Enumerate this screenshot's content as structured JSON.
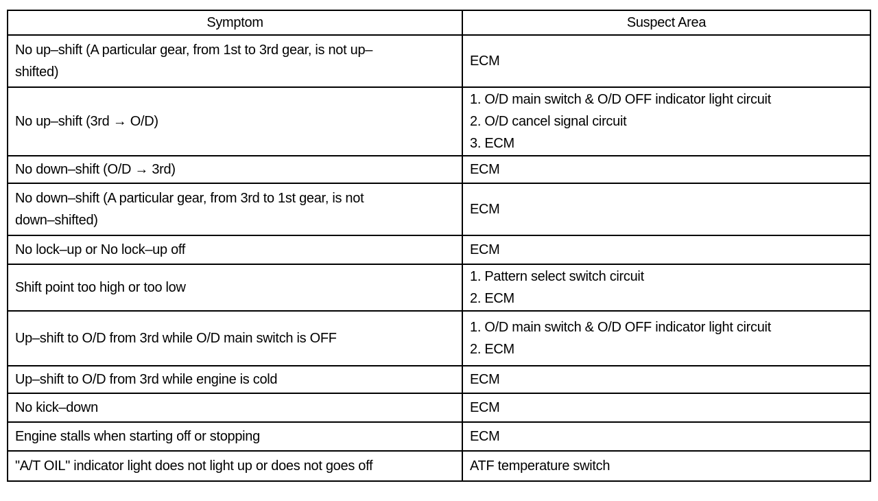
{
  "table": {
    "headers": {
      "symptom": "Symptom",
      "suspect_area": "Suspect Area"
    },
    "rows": [
      {
        "symptom": [
          "No up–shift (A particular gear, from 1st to 3rd gear, is not up–",
          "shifted)"
        ],
        "suspect": [
          "ECM"
        ]
      },
      {
        "symptom": [
          "No up–shift (3rd → O/D)"
        ],
        "suspect": [
          "1. O/D main switch & O/D OFF indicator light circuit",
          "2. O/D cancel signal circuit",
          "3. ECM"
        ]
      },
      {
        "symptom": [
          "No down–shift (O/D → 3rd)"
        ],
        "suspect": [
          "ECM"
        ]
      },
      {
        "symptom": [
          "No down–shift (A particular gear, from 3rd to 1st gear, is not",
          "down–shifted)"
        ],
        "suspect": [
          "ECM"
        ]
      },
      {
        "symptom": [
          "No lock–up or No lock–up off"
        ],
        "suspect": [
          "ECM"
        ]
      },
      {
        "symptom": [
          "Shift point too high or too low"
        ],
        "suspect": [
          "1. Pattern select switch circuit",
          "2. ECM"
        ]
      },
      {
        "symptom": [
          "Up–shift to O/D from 3rd while O/D main switch is OFF"
        ],
        "suspect": [
          "1. O/D main switch & O/D OFF indicator light circuit",
          "2. ECM"
        ]
      },
      {
        "symptom": [
          "Up–shift to O/D from 3rd while engine is cold"
        ],
        "suspect": [
          "ECM"
        ]
      },
      {
        "symptom": [
          "No kick–down"
        ],
        "suspect": [
          "ECM"
        ]
      },
      {
        "symptom": [
          "Engine stalls when starting off or stopping"
        ],
        "suspect": [
          "ECM"
        ]
      },
      {
        "symptom": [
          "\"A/T OIL\" indicator light does not light up or does not goes off"
        ],
        "suspect": [
          "ATF temperature switch"
        ]
      }
    ]
  }
}
